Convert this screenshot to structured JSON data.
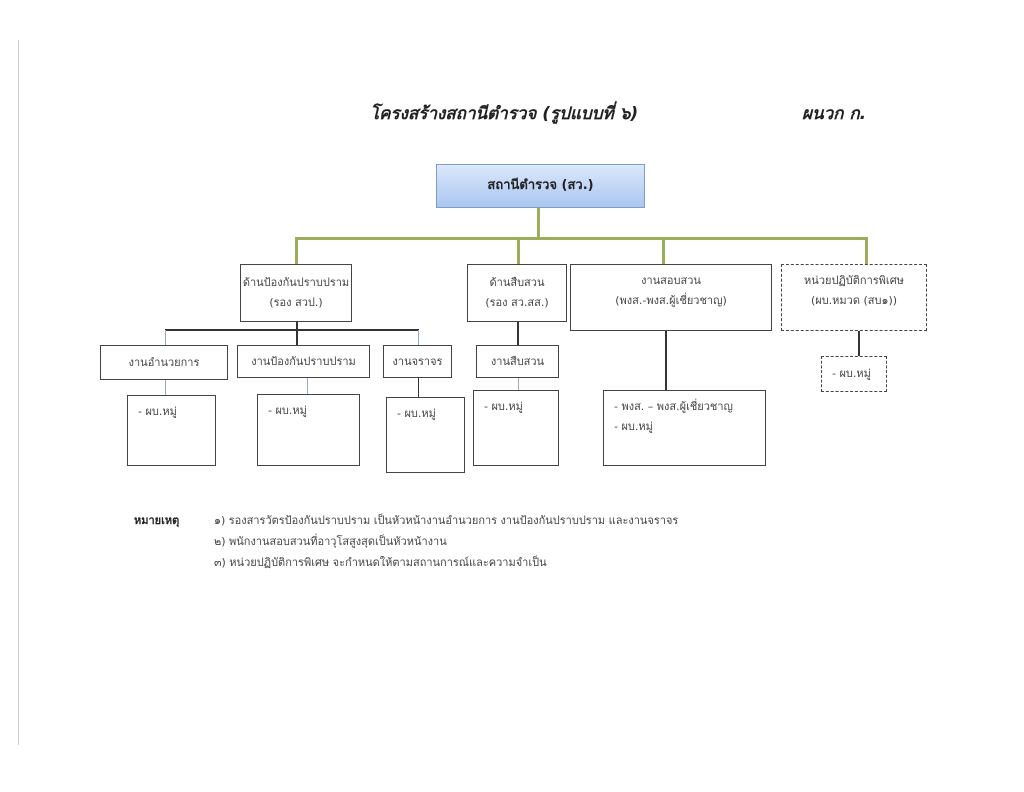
{
  "header": {
    "title": "โครงสร้างสถานีตำรวจ   (รูปแบบที่ ๖)",
    "annex": "ผนวก ก."
  },
  "root": "สถานีตำรวจ (สว.)",
  "level1": [
    {
      "line1": "ด้านป้องกันปราบปราม",
      "line2": "(รอง สวป.)"
    },
    {
      "line1": "ด้านสืบสวน",
      "line2": "(รอง สว.สส.)"
    },
    {
      "line1": "งานสอบสวน",
      "line2": "(พงส.-พงส.ผู้เชี่ยวชาญ)"
    },
    {
      "line1": "หน่วยปฏิบัติการพิเศษ",
      "line2": "(ผบ.หมวด (สบ๑))"
    }
  ],
  "level2": [
    "งานอำนวยการ",
    "งานป้องกันปราบปราม",
    "งานจราจร",
    "งานสืบสวน"
  ],
  "leaves": {
    "generic": "- ผบ.หมู่",
    "investigation_1": "- พงส. – พงส.ผู้เชี่ยวชาญ",
    "investigation_2": "- ผบ.หมู่"
  },
  "notes": {
    "label": "หมายเหตุ",
    "items": [
      "๑)  รองสารวัตรป้องกันปราบปราม เป็นหัวหน้างานอำนวยการ งานป้องกันปราบปราม และงานจราจร",
      "๒)  พนักงานสอบสวนที่อาวุโสสูงสุดเป็นหัวหน้างาน",
      "๓)  หน่วยปฏิบัติการพิเศษ จะกำหนดให้ตามสถานการณ์และความจำเป็น"
    ]
  }
}
